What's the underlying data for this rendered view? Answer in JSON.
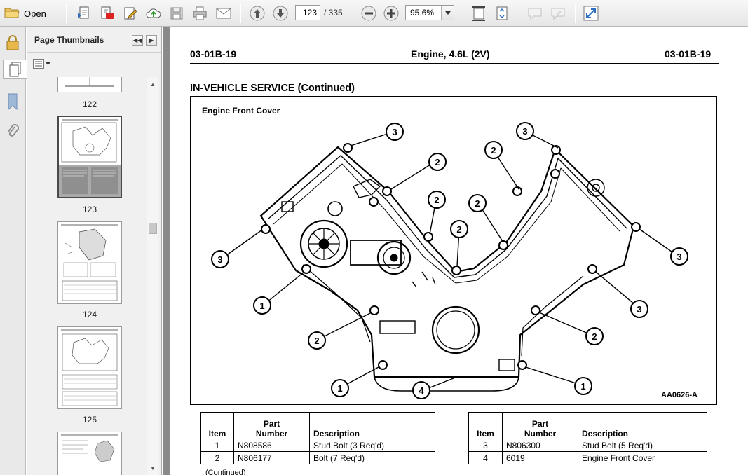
{
  "toolbar": {
    "open_label": "Open",
    "current_page": "123",
    "page_total": "/ 335",
    "zoom": "95.6%"
  },
  "thumbnails": {
    "title": "Page Thumbnails",
    "pages": [
      {
        "label": "122"
      },
      {
        "label": "123",
        "selected": true
      },
      {
        "label": "124"
      },
      {
        "label": "125"
      }
    ]
  },
  "document": {
    "header_left": "03-01B-19",
    "header_center": "Engine, 4.6L (2V)",
    "header_right": "03-01B-19",
    "section_title": "IN-VEHICLE SERVICE (Continued)",
    "figure_title": "Engine Front Cover",
    "figure_code": "AA0626-A",
    "callouts": [
      "3",
      "2",
      "3",
      "2",
      "2",
      "2",
      "2",
      "3",
      "3",
      "1",
      "3",
      "2",
      "2",
      "1",
      "4",
      "1"
    ],
    "continued": "(Continued)",
    "table_headers": {
      "item": "Item",
      "part_number_1": "Part",
      "part_number_2": "Number",
      "description": "Description"
    },
    "table_left": [
      {
        "item": "1",
        "part": "N808586",
        "desc": "Stud Bolt (3 Req'd)"
      },
      {
        "item": "2",
        "part": "N806177",
        "desc": "Bolt (7 Req'd)"
      }
    ],
    "table_right": [
      {
        "item": "3",
        "part": "N806300",
        "desc": "Stud Bolt (5 Req'd)"
      },
      {
        "item": "4",
        "part": "6019",
        "desc": "Engine Front Cover"
      }
    ]
  },
  "colors": {
    "toolbar_bg": "#ececec",
    "panel_bg": "#f0f0f0",
    "doc_bg": "#8a8a8a"
  }
}
